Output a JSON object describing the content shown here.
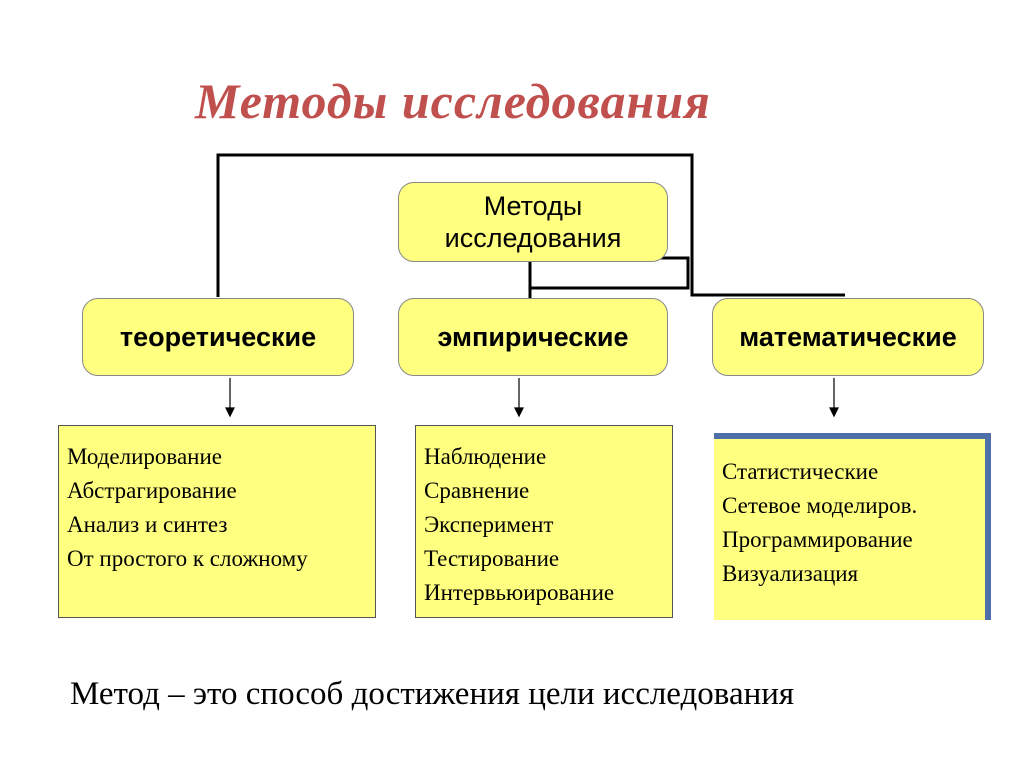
{
  "title": "Методы  исследования",
  "root": {
    "line1": "Методы",
    "line2": "исследования"
  },
  "categories": [
    {
      "label": "теоретические",
      "items": [
        "Моделирование",
        "Абстрагирование",
        "Анализ и синтез",
        "От простого к сложному"
      ]
    },
    {
      "label": "эмпирические",
      "items": [
        "Наблюдение",
        "Сравнение",
        "Эксперимент",
        "Тестирование",
        "Интервьюирование"
      ]
    },
    {
      "label": "математические",
      "items": [
        "Статистические",
        "Сетевое моделиров.",
        "Программирование",
        "Визуализация"
      ]
    }
  ],
  "footer": "Метод – это способ достижения цели  исследования",
  "colors": {
    "title": "#c0504d",
    "box": "#ffff80",
    "frame": "#4f6fa8"
  }
}
